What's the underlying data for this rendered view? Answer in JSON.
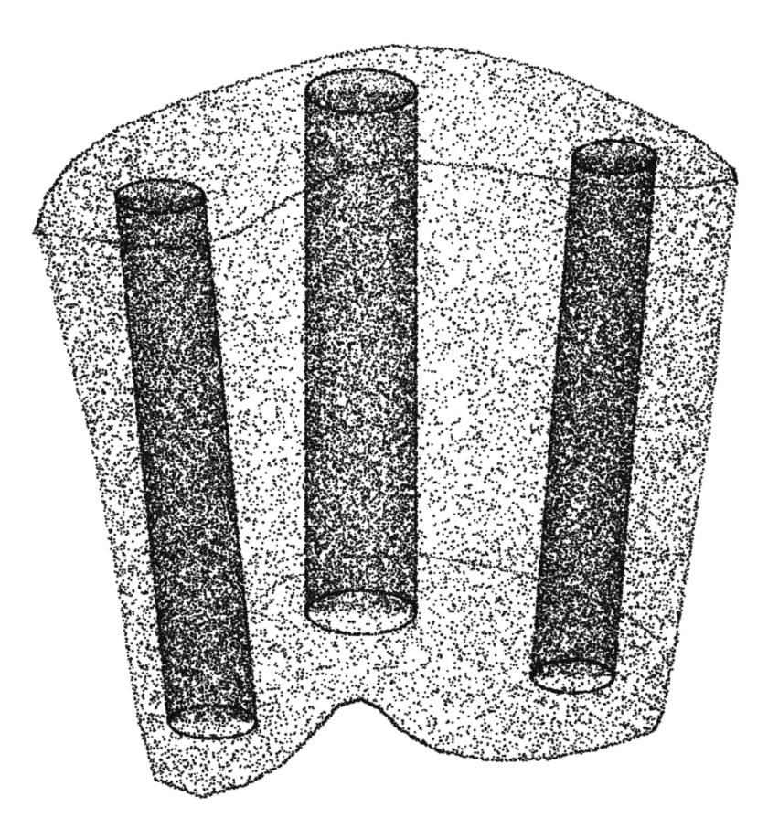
{
  "figure": {
    "subject": "point-cloud-rendering",
    "background_color": "#ffffff",
    "point_color": "#111111",
    "rendering_style": "stippled points",
    "components": [
      "outer-shell",
      "cylindrical-tube-left",
      "cylindrical-tube-center",
      "cylindrical-tube-right"
    ]
  }
}
